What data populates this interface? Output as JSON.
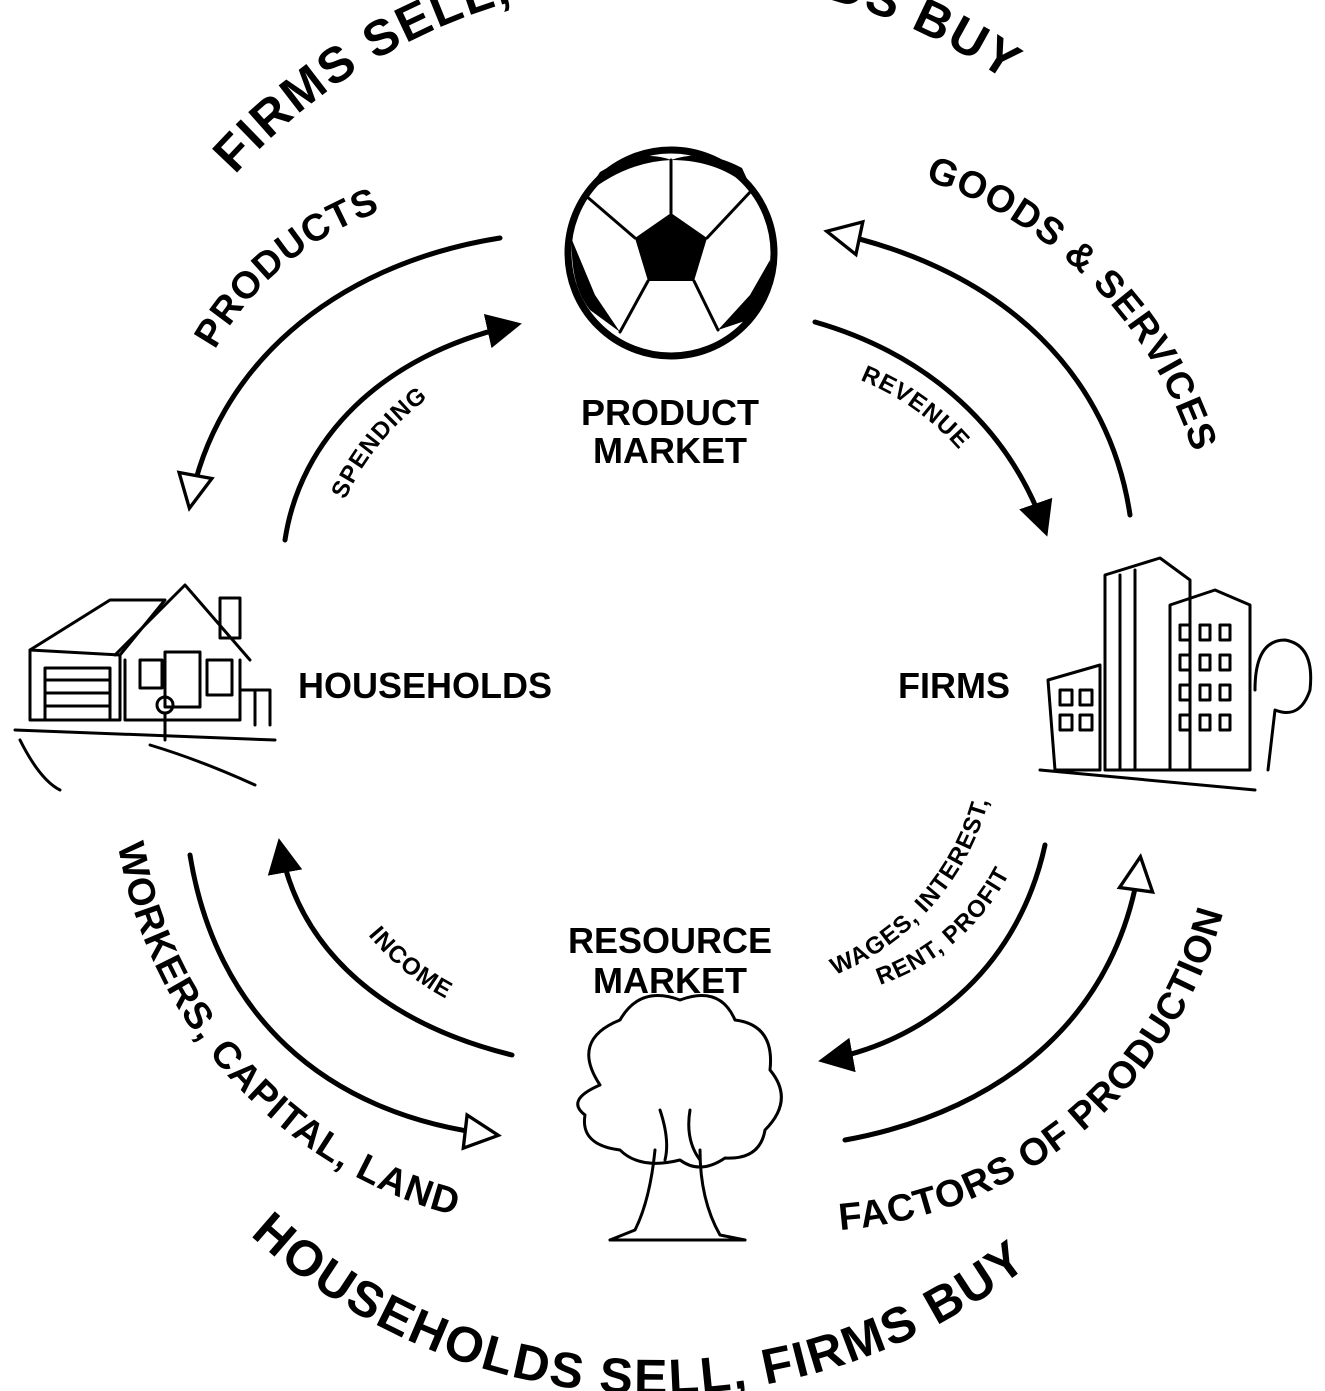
{
  "top_banner": "FIRMS SELL, HOUSEHOLDS BUY",
  "bottom_banner": "HOUSEHOLDS SELL, FIRMS BUY",
  "nodes": {
    "product_market": [
      "PRODUCT",
      "MARKET"
    ],
    "resource_market": [
      "RESOURCE",
      "MARKET"
    ],
    "households": "HOUSEHOLDS",
    "firms": "FIRMS"
  },
  "flows": {
    "products": "PRODUCTS",
    "spending": "SPENDING",
    "revenue": "REVENUE",
    "goods_services": "GOODS & SERVICES",
    "income": "INCOME",
    "workers_capital_land": "WORKERS, CAPITAL, LAND",
    "wages_line1": "WAGES, INTEREST,",
    "wages_line2": "RENT, PROFIT",
    "factors": "FACTORS OF PRODUCTION"
  },
  "icons": {
    "product_market": "soccer-ball-icon",
    "resource_market": "tree-icon",
    "households": "house-icon",
    "firms": "office-buildings-icon"
  }
}
